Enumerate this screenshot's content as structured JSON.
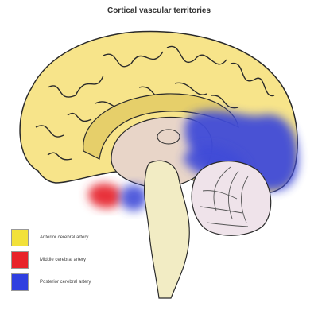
{
  "title": "Cortical vascular territories",
  "colors": {
    "anterior": "#f7e48a",
    "middle": "#e8333a",
    "posterior": "#3f4cd8",
    "brainstem": "#f2ecc4",
    "deep": "#e8d5c8",
    "cerebellum": "#efe3ea",
    "outline": "#2a2a2a"
  },
  "legend": [
    {
      "label": "Anterior cerebral artery",
      "color": "#f2e13a"
    },
    {
      "label": "Middle cerebral artery",
      "color": "#e8222a"
    },
    {
      "label": "Posterior cerebral artery",
      "color": "#2f3fe0"
    }
  ]
}
